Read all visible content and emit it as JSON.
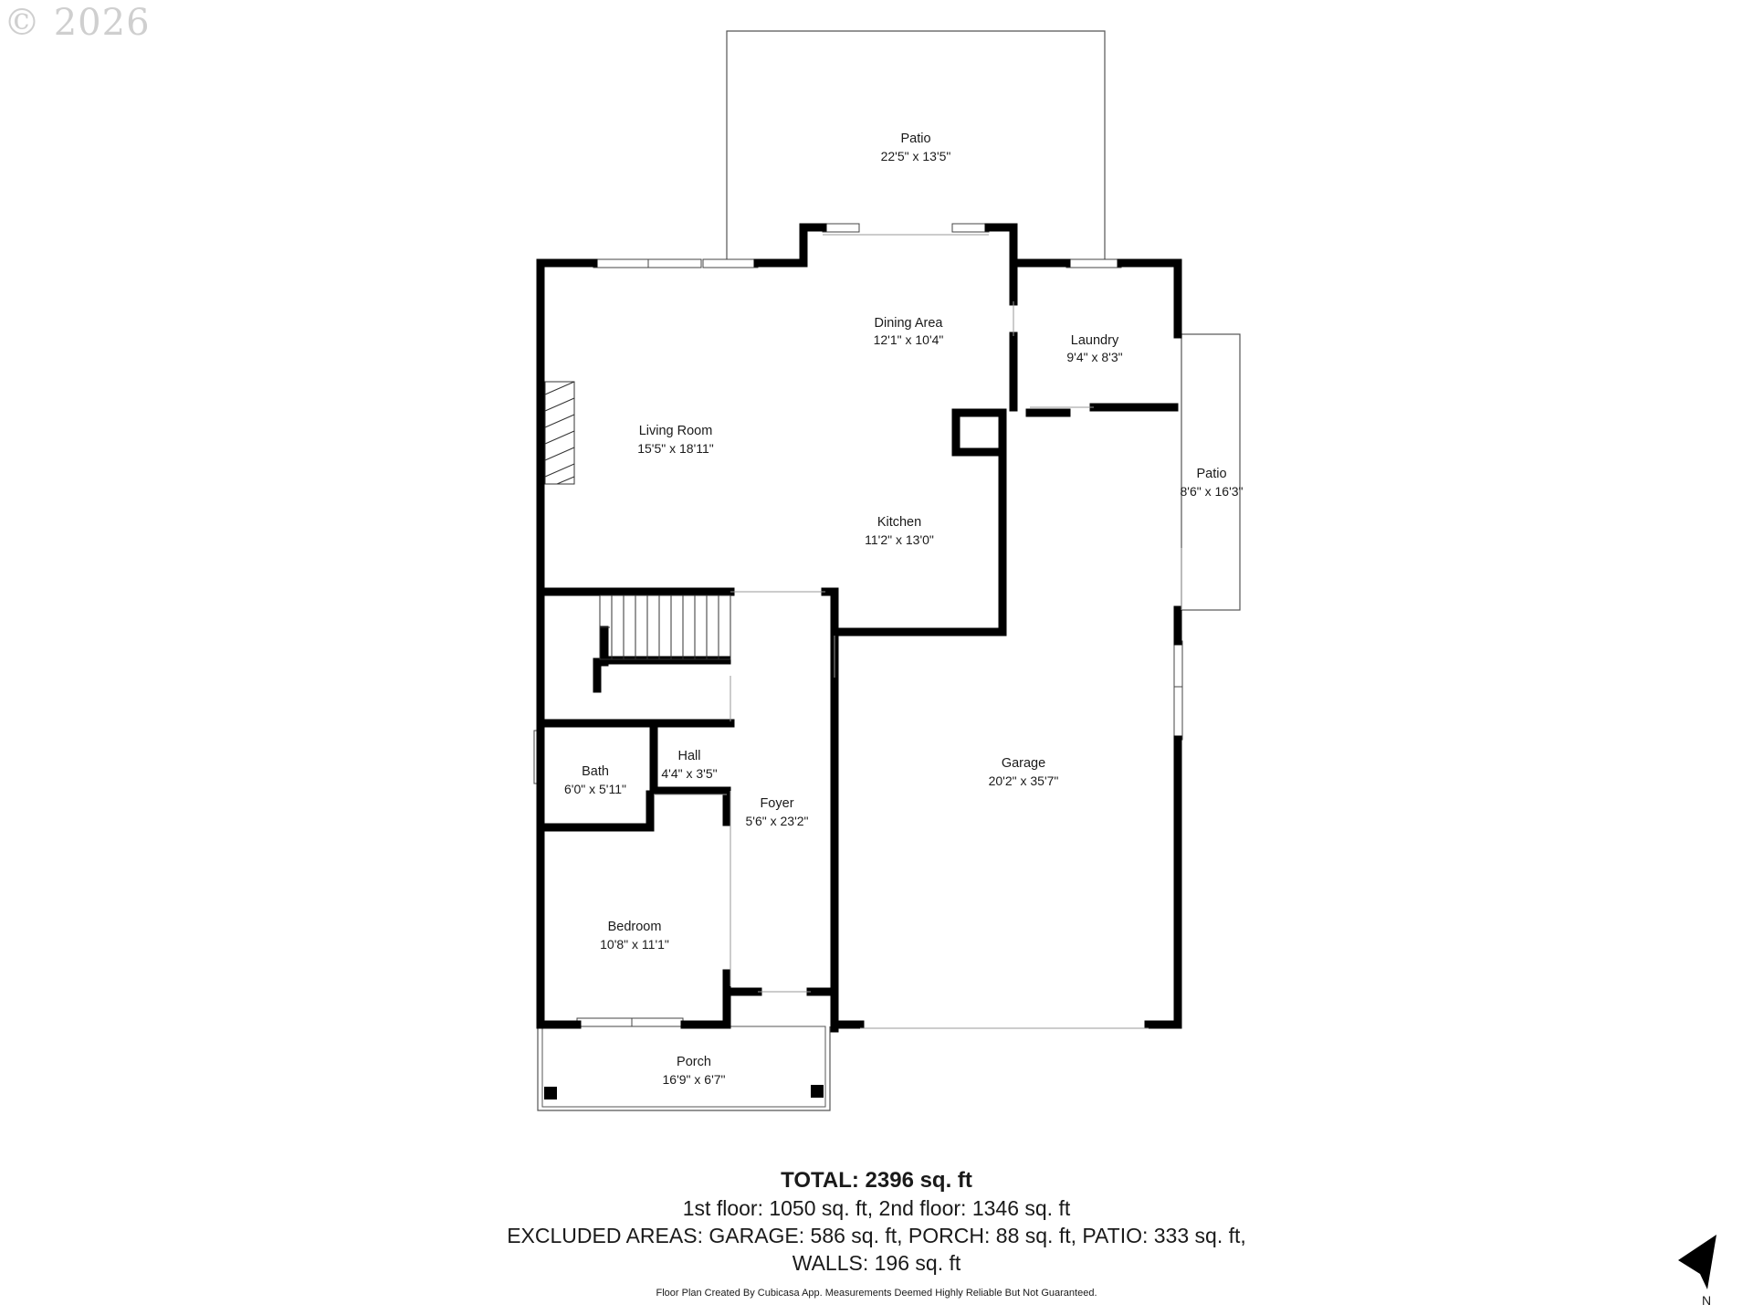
{
  "copyright": "© 2026",
  "rooms": {
    "patio_top": {
      "name": "Patio",
      "dim": "22'5\" x 13'5\""
    },
    "dining": {
      "name": "Dining Area",
      "dim": "12'1\" x 10'4\""
    },
    "laundry": {
      "name": "Laundry",
      "dim": "9'4\" x 8'3\""
    },
    "living": {
      "name": "Living Room",
      "dim": "15'5\" x 18'11\""
    },
    "patio_side": {
      "name": "Patio",
      "dim": "8'6\" x 16'3\""
    },
    "kitchen": {
      "name": "Kitchen",
      "dim": "11'2\" x 13'0\""
    },
    "garage": {
      "name": "Garage",
      "dim": "20'2\" x 35'7\""
    },
    "bath": {
      "name": "Bath",
      "dim": "6'0\" x 5'11\""
    },
    "hall": {
      "name": "Hall",
      "dim": "4'4\" x 3'5\""
    },
    "foyer": {
      "name": "Foyer",
      "dim": "5'6\" x 23'2\""
    },
    "bedroom": {
      "name": "Bedroom",
      "dim": "10'8\" x 11'1\""
    },
    "porch": {
      "name": "Porch",
      "dim": "16'9\" x 6'7\""
    }
  },
  "summary": {
    "total": "TOTAL: 2396 sq. ft",
    "floors": "1st floor: 1050 sq. ft, 2nd floor: 1346 sq. ft",
    "excluded_1": "EXCLUDED AREAS: GARAGE: 586 sq. ft, PORCH: 88 sq. ft, PATIO: 333 sq. ft,",
    "excluded_2": "WALLS: 196 sq. ft"
  },
  "disclaimer": "Floor Plan Created By Cubicasa App. Measurements Deemed Highly Reliable But Not Guaranteed.",
  "compass": "N"
}
